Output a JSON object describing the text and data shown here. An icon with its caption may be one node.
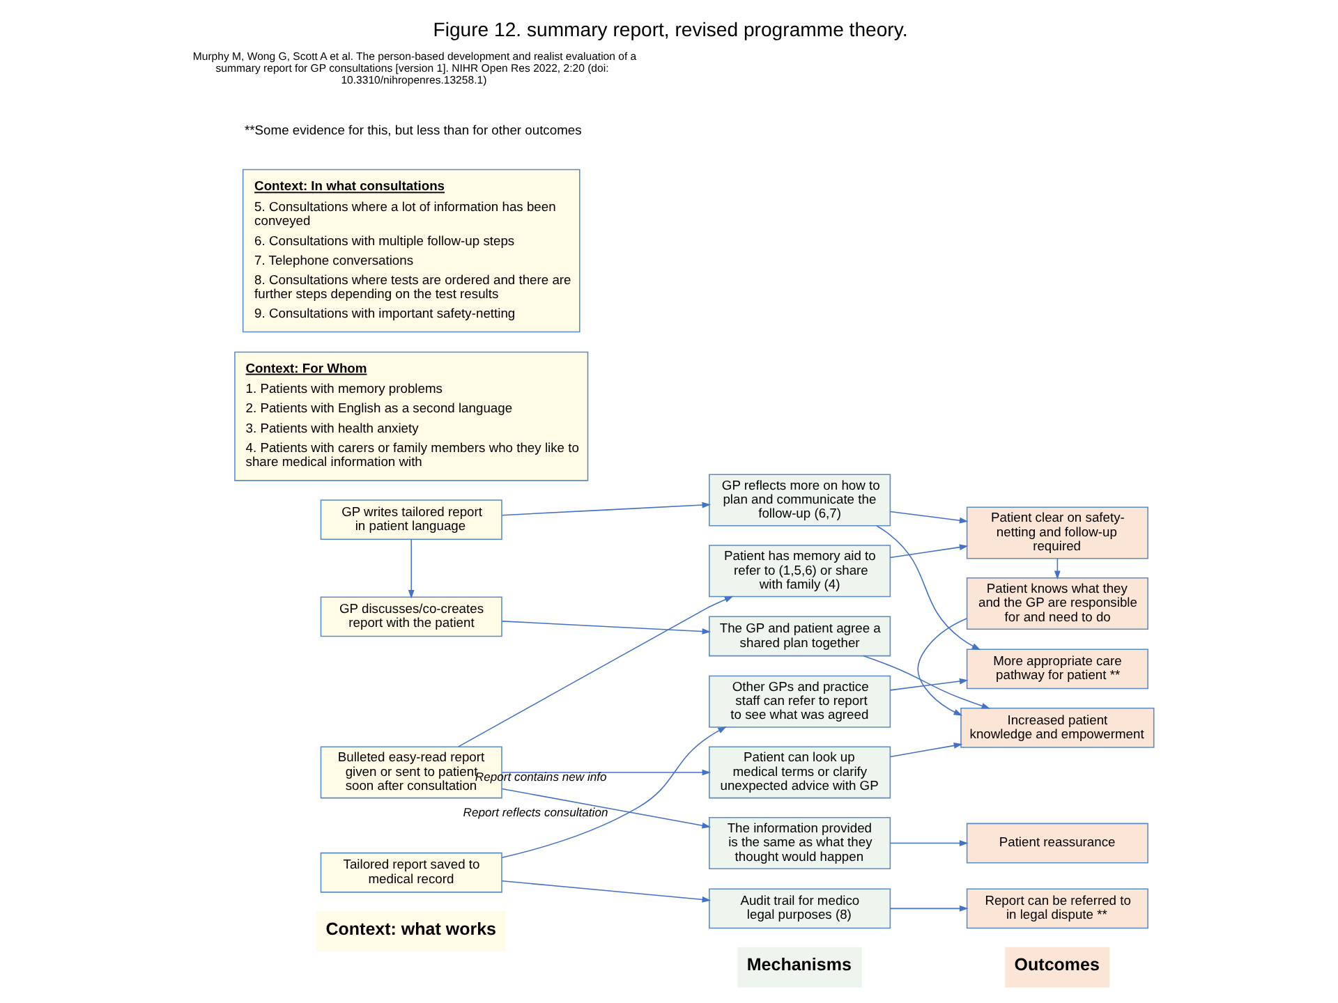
{
  "diagram": {
    "title": "Figure 12. summary report, revised programme theory.",
    "nodes": [
      {
        "text": [
          "Context: what works"
        ]
      },
      {
        "text": [
          "Mechanisms"
        ]
      },
      {
        "text": [
          "Outcomes"
        ]
      },
      {
        "text": [
          "GP writes tailored report in patient language"
        ]
      },
      {
        "text": [
          "GP reflects more on how to plan and communicate the follow-up (6,7)"
        ]
      },
      {
        "text": [
          "GP discusses/co-creates report with the patient"
        ]
      },
      {
        "text": [
          "The GP and patient agree a shared plan together"
        ]
      },
      {
        "text": [
          "Increased patient knowledge and empowerment"
        ]
      },
      {
        "text": [
          "Patient can look up medical terms or clarify unexpected advice with GP"
        ]
      },
      {
        "text": [
          "Patient knows what they and the GP are responsible for and need to do"
        ]
      },
      {
        "text": [
          "Bulleted easy-read report given or sent to patient soon after consultation"
        ]
      },
      {
        "text": [
          "Patient has memory aid to refer to (1,5,6) or share with family (4)"
        ]
      },
      {
        "text": [
          "Patient clear on safety-netting and follow-up required"
        ]
      },
      {
        "text": [
          "The information provided is the same as what they thought would happen"
        ]
      },
      {
        "text": [
          "Patient reassurance"
        ]
      },
      {
        "text": [
          "Tailored report saved to medical record"
        ]
      },
      {
        "text": [
          "Other GPs and practice staff can refer to report to see what was agreed"
        ]
      },
      {
        "text": [
          "More appropriate care pathway for patient **"
        ]
      },
      {
        "text": [
          "Audit trail for medico legal purposes (8)"
        ]
      },
      {
        "text": [
          "Report can be referred to in legal dispute **"
        ]
      },
      {
        "text": [
          "Context: For Whom",
          "1. Patients with memory problems",
          "2. Patients with English as a second language",
          "3. Patients with health anxiety",
          "4. Patients with carers or family members who they like to share medical information with"
        ]
      },
      {
        "text": [
          "Context: In what consultations",
          "5. Consultations where a lot of information has been conveyed",
          "6. Consultations with multiple follow-up steps",
          "7. Telephone conversations",
          "8. Consultations where tests are ordered and there are further steps depending on the test results",
          "9. Consultations with important safety-netting"
        ]
      }
    ],
    "edges": [
      {
        "from": 3,
        "to": 4,
        "arrow": "to"
      },
      {
        "from": 3,
        "to": 5,
        "arrow": "to"
      },
      {
        "from": 5,
        "to": 6,
        "arrow": "to"
      },
      {
        "from": 6,
        "to": 7,
        "arrow": "to"
      },
      {
        "from": 8,
        "to": 7,
        "arrow": "to"
      },
      {
        "from": 10,
        "to": 8,
        "arrow": "to",
        "label": "Report contains new info"
      },
      {
        "from": 10,
        "to": 11,
        "arrow": "to"
      },
      {
        "from": 10,
        "to": 13,
        "arrow": "to",
        "label": "Report reflects consultation"
      },
      {
        "from": 11,
        "to": 12,
        "arrow": "to"
      },
      {
        "from": 12,
        "to": 9,
        "arrow": "to"
      },
      {
        "from": 9,
        "to": 7,
        "arrow": "to"
      },
      {
        "from": 4,
        "to": 12,
        "arrow": "to"
      },
      {
        "from": 4,
        "to": 17,
        "arrow": "to"
      },
      {
        "from": 13,
        "to": 14,
        "arrow": "to"
      },
      {
        "from": 15,
        "to": 16,
        "arrow": "to"
      },
      {
        "from": 15,
        "to": 18,
        "arrow": "to"
      },
      {
        "from": 16,
        "to": 17,
        "arrow": "to"
      },
      {
        "from": 18,
        "to": 19,
        "arrow": "to"
      }
    ],
    "labels": [
      "**Some evidence for this, but less than for other outcomes",
      "Murphy M, Wong G, Scott A et al. The person-based development and realist evaluation of a summary report for GP consultations [version 1]. NIHR Open Res 2022, 2:20 (doi: 10.3310/nihropenres.13258.1)"
    ]
  }
}
